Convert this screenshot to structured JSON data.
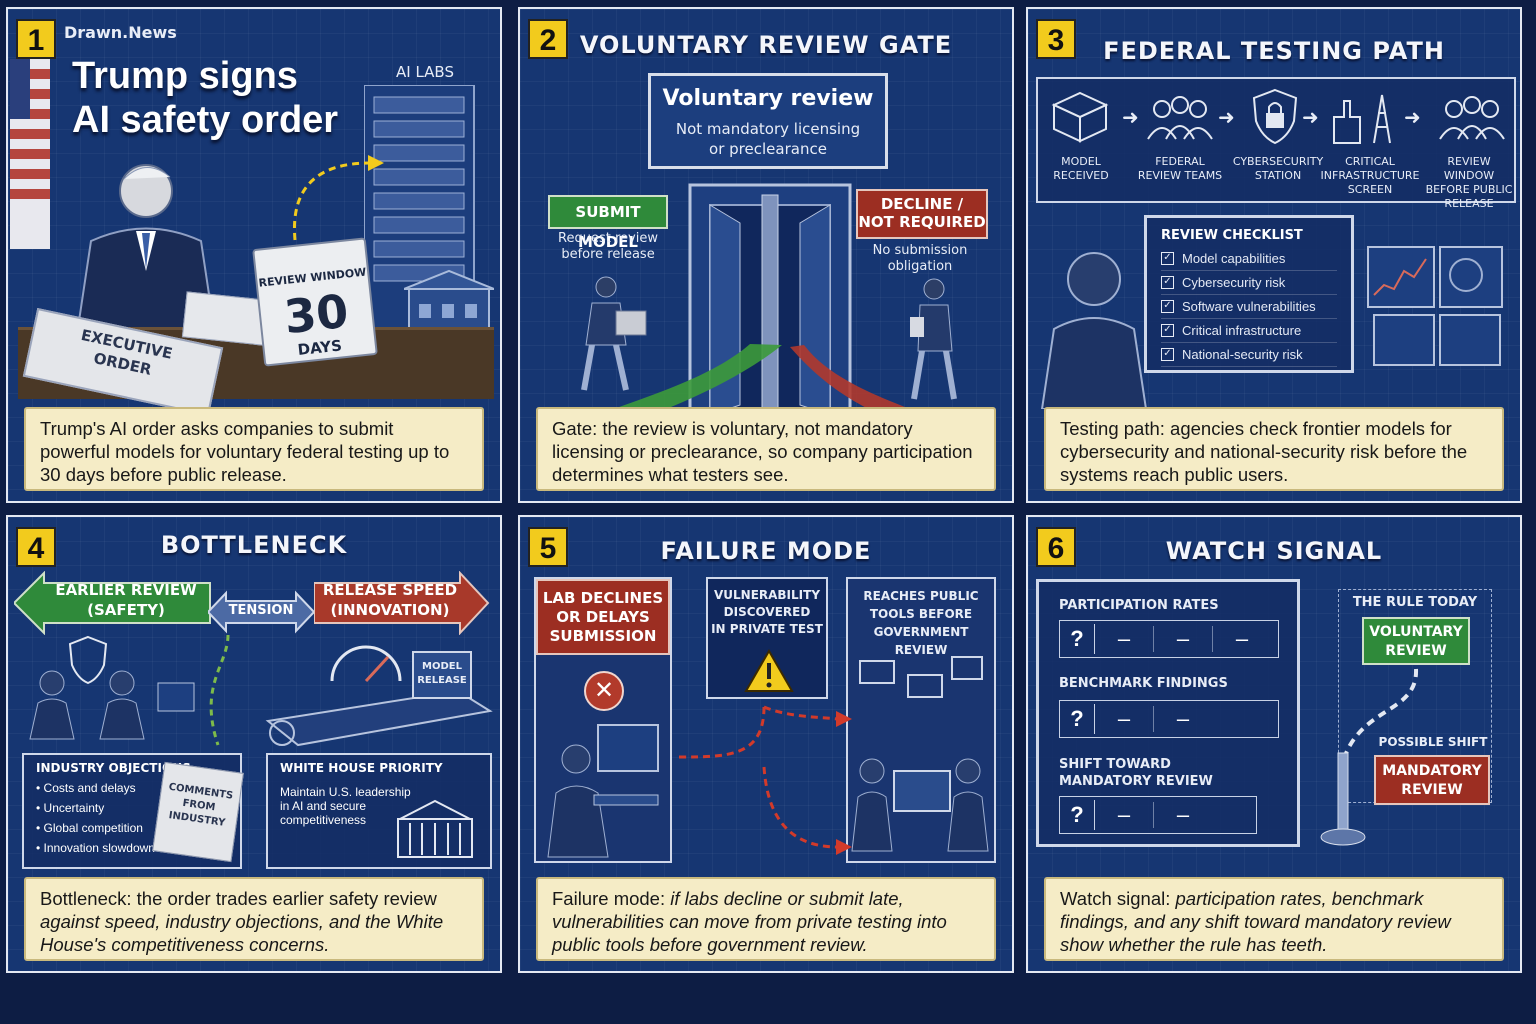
{
  "panels": {
    "p1": {
      "num": "1",
      "brand": "Drawn.News",
      "headline_line1": "Trump signs",
      "headline_line2": "AI safety order",
      "ai_labs": "AI LABS",
      "calendar_label": "REVIEW WINDOW",
      "calendar_num": "30",
      "calendar_unit": "DAYS",
      "doc_line1": "EXECUTIVE",
      "doc_line2": "ORDER",
      "caption": "Trump's AI order asks companies to submit powerful models for voluntary federal testing up to 30 days before public release."
    },
    "p2": {
      "num": "2",
      "title": "VOLUNTARY REVIEW GATE",
      "sign_title": "Voluntary review",
      "sign_sub1": "Not mandatory licensing",
      "sign_sub2": "or preclearance",
      "submit_label": "SUBMIT MODEL",
      "submit_sub1": "Request review",
      "submit_sub2": "before release",
      "decline_line1": "DECLINE /",
      "decline_line2": "NOT REQUIRED",
      "decline_sub1": "No submission",
      "decline_sub2": "obligation",
      "caption": "Gate: the review is voluntary, not mandatory licensing or preclearance, so company participation determines what testers see."
    },
    "p3": {
      "num": "3",
      "title": "FEDERAL TESTING PATH",
      "steps": [
        {
          "l1": "MODEL",
          "l2": "RECEIVED",
          "l3": ""
        },
        {
          "l1": "FEDERAL",
          "l2": "REVIEW TEAMS",
          "l3": ""
        },
        {
          "l1": "CYBERSECURITY",
          "l2": "STATION",
          "l3": ""
        },
        {
          "l1": "CRITICAL",
          "l2": "INFRASTRUCTURE",
          "l3": "SCREEN"
        },
        {
          "l1": "REVIEW WINDOW",
          "l2": "BEFORE PUBLIC",
          "l3": "RELEASE"
        }
      ],
      "checklist_title": "REVIEW CHECKLIST",
      "checklist": [
        "Model capabilities",
        "Cybersecurity risk",
        "Software vulnerabilities",
        "Critical infrastructure",
        "National-security risk"
      ],
      "caption": "Testing path: agencies check frontier models for cybersecurity and national-security risk before the systems reach public users."
    },
    "p4": {
      "num": "4",
      "title": "BOTTLENECK",
      "left_l1": "EARLIER REVIEW",
      "left_l2": "(SAFETY)",
      "tension": "TENSION",
      "right_l1": "RELEASE SPEED",
      "right_l2": "(INNOVATION)",
      "crate_l1": "MODEL",
      "crate_l2": "RELEASE",
      "objections_title": "INDUSTRY OBJECTIONS",
      "objections": [
        "Costs and delays",
        "Uncertainty",
        "Global competition",
        "Innovation slowdown"
      ],
      "comments_l1": "COMMENTS",
      "comments_l2": "FROM",
      "comments_l3": "INDUSTRY",
      "wh_title": "WHITE HOUSE PRIORITY",
      "wh_l1": "Maintain U.S. leadership",
      "wh_l2": "in AI and secure",
      "wh_l3": "competitiveness",
      "caption_a": "Bottleneck: the order trades earlier safety review",
      "caption_b": "against speed, industry objections, and the White House's competitiveness concerns."
    },
    "p5": {
      "num": "5",
      "title": "FAILURE MODE",
      "decline_l1": "LAB DECLINES",
      "decline_l2": "OR DELAYS",
      "decline_l3": "SUBMISSION",
      "vuln_l1": "VULNERABILITY",
      "vuln_l2": "DISCOVERED",
      "vuln_l3": "IN PRIVATE TEST",
      "reach_l1": "REACHES PUBLIC",
      "reach_l2": "TOOLS BEFORE",
      "reach_l3": "GOVERNMENT REVIEW",
      "caption_a": "Failure mode:",
      "caption_b": "if labs decline or submit late, vulnerabilities can move from private testing into public tools before government review."
    },
    "p6": {
      "num": "6",
      "title": "WATCH SIGNAL",
      "participation": "PARTICIPATION RATES",
      "benchmark": "BENCHMARK FINDINGS",
      "shift_l1": "SHIFT TOWARD",
      "shift_l2": "MANDATORY REVIEW",
      "qmark": "?",
      "dash": "–",
      "rule_today": "THE RULE TODAY",
      "voluntary_l1": "VOLUNTARY",
      "voluntary_l2": "REVIEW",
      "possible_shift": "POSSIBLE SHIFT",
      "mandatory_l1": "MANDATORY",
      "mandatory_l2": "REVIEW",
      "caption_a": "Watch signal:",
      "caption_b": "participation rates, benchmark findings, and any shift toward mandatory review show whether the rule has teeth."
    }
  },
  "colors": {
    "panel_bg": "#163672",
    "caption_bg": "#f5ecc6",
    "badge": "#f2cb1d",
    "green": "#2f8a3a",
    "red": "#9c2e22"
  }
}
